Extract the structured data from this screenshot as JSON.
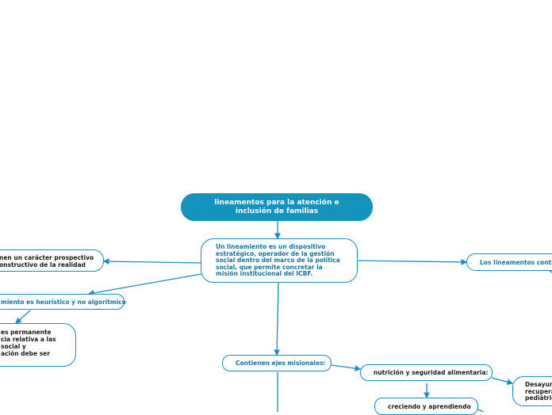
{
  "root": {
    "title": "lineamentos para la atención e inclusión de familias"
  },
  "center": {
    "text": "Un lineamiento es un dispositivo estratégico, operador de la gestión social dentro del marco de la política social, que permite concretar la misión institucional del ICBF."
  },
  "left_nodes": {
    "prospective": [
      "nen un carácter prospectivo",
      "onstructivo de la realidad"
    ],
    "heuristic": "miento es heurístico y no algorítmico",
    "permanent": [
      "es permanente",
      "cia relativa a las",
      "social y",
      "ación debe ser"
    ]
  },
  "right_nodes": {
    "contrib": "Los lineamentos contri"
  },
  "axes": {
    "label": "Contienen ejes misionales:",
    "nutrition": "nutrición y seguridad alimentaria:",
    "growing": "creciendo y aprendiendo",
    "breakfast": [
      "Desayune",
      "recupera",
      "pediátric"
    ]
  },
  "colors": {
    "accent": "#1393bd",
    "line": "#1a8fc0",
    "text_blue": "#1677a8"
  }
}
